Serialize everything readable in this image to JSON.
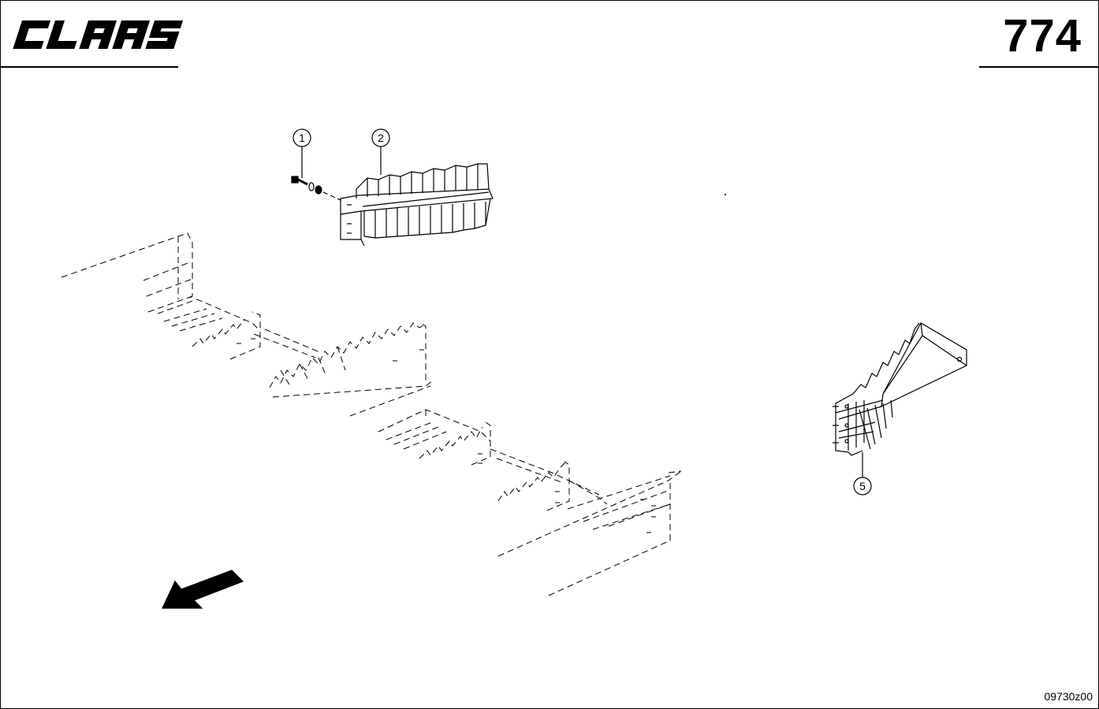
{
  "header": {
    "brand": "CLAAS",
    "page_number": "774"
  },
  "callouts": [
    {
      "id": "1"
    },
    {
      "id": "2"
    },
    {
      "id": "5"
    }
  ],
  "footer": {
    "drawing_code": "09730z00"
  },
  "colors": {
    "ink": "#000000",
    "paper": "#ffffff"
  },
  "icons": {
    "direction": "direction-arrow-icon"
  }
}
